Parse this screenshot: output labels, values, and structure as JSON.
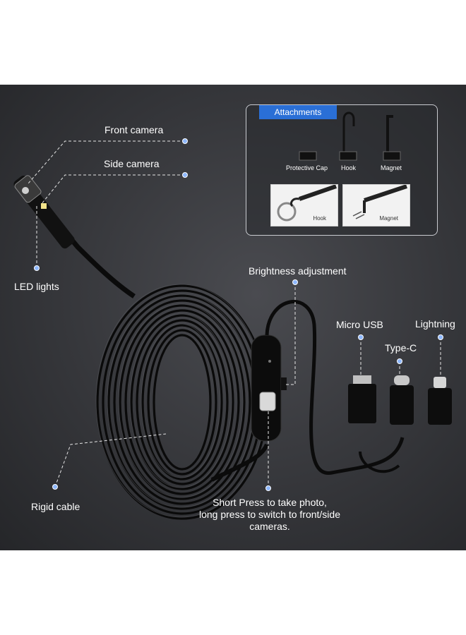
{
  "labels": {
    "front_camera": "Front camera",
    "side_camera": "Side camera",
    "led_lights": "LED lights",
    "rigid_cable": "Rigid cable",
    "brightness_adjustment": "Brightness adjustment",
    "micro_usb": "Micro USB",
    "type_c": "Type-C",
    "lightning": "Lightning",
    "button_hint_line1": "Short Press to take photo,",
    "button_hint_line2": "long press to switch to front/side",
    "button_hint_line3": "cameras."
  },
  "attachments": {
    "title": "Attachments",
    "items": [
      "Protective Cap",
      "Hook",
      "Magnet"
    ],
    "photos": [
      "Hook",
      "Magnet"
    ]
  },
  "colors": {
    "accent": "#2a6fd6",
    "marker_dot": "#8fb8ff",
    "background_dark": "#35363a"
  }
}
